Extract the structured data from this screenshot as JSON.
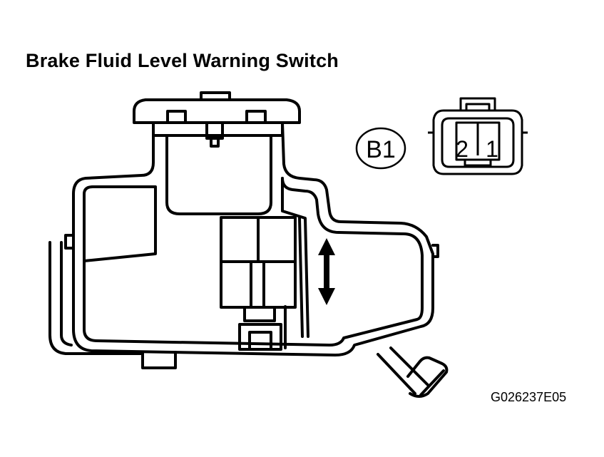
{
  "title": "Brake Fluid Level Warning Switch",
  "connector": {
    "code": "B1",
    "pins": [
      "2",
      "1"
    ]
  },
  "figure_id": "G026237E05",
  "colors": {
    "line": "#000000",
    "background": "#ffffff"
  }
}
